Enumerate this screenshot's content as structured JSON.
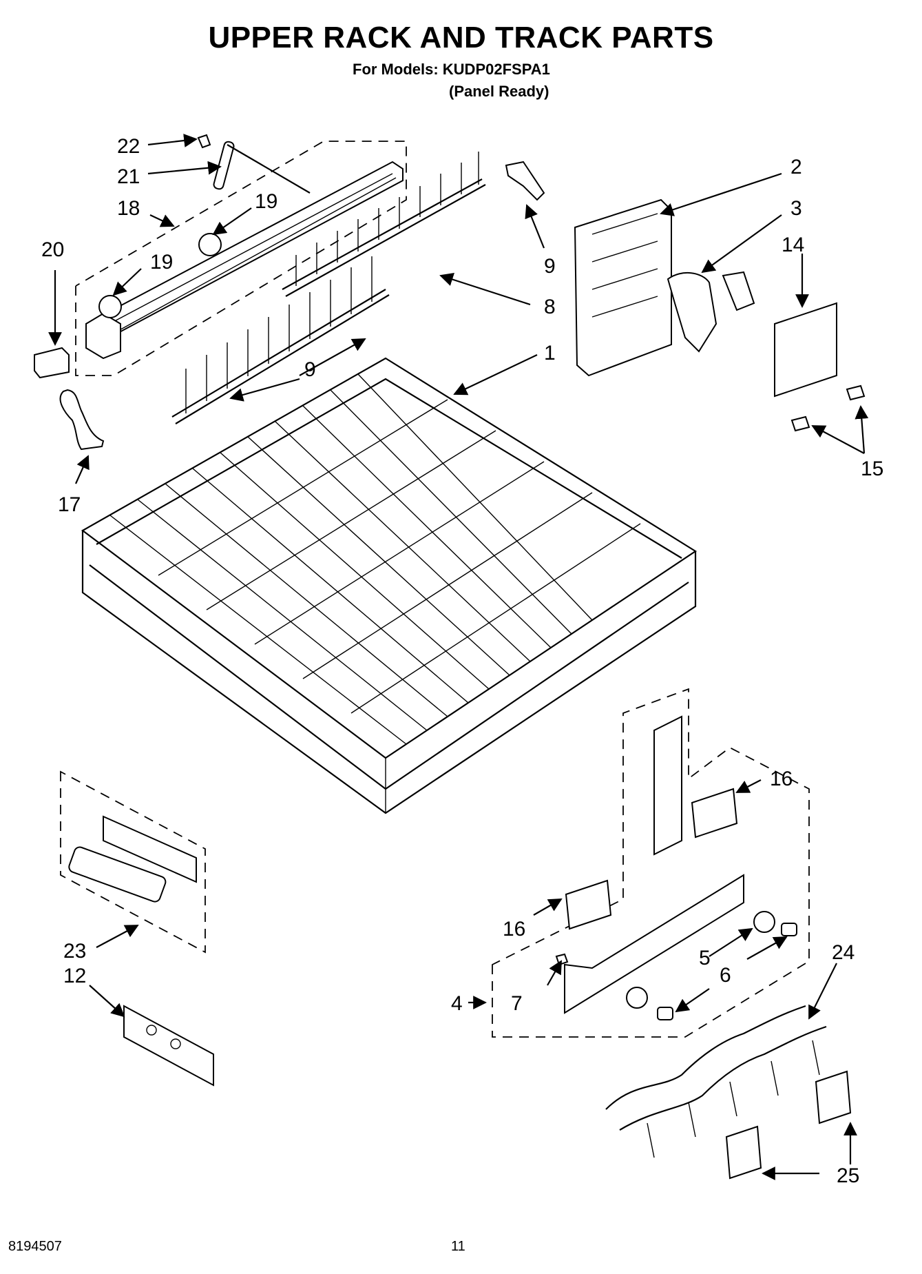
{
  "header": {
    "title": "UPPER RACK AND TRACK PARTS",
    "models_line": "For Models: KUDP02FSPA1",
    "variant_line": "(Panel Ready)"
  },
  "footer": {
    "doc_number": "8194507",
    "page_number": "11"
  },
  "callouts": [
    "22",
    "21",
    "18",
    "19",
    "19",
    "20",
    "9",
    "8",
    "9",
    "1",
    "17",
    "2",
    "3",
    "14",
    "15",
    "16",
    "16",
    "23",
    "12",
    "5",
    "6",
    "7",
    "4",
    "24",
    "25"
  ]
}
